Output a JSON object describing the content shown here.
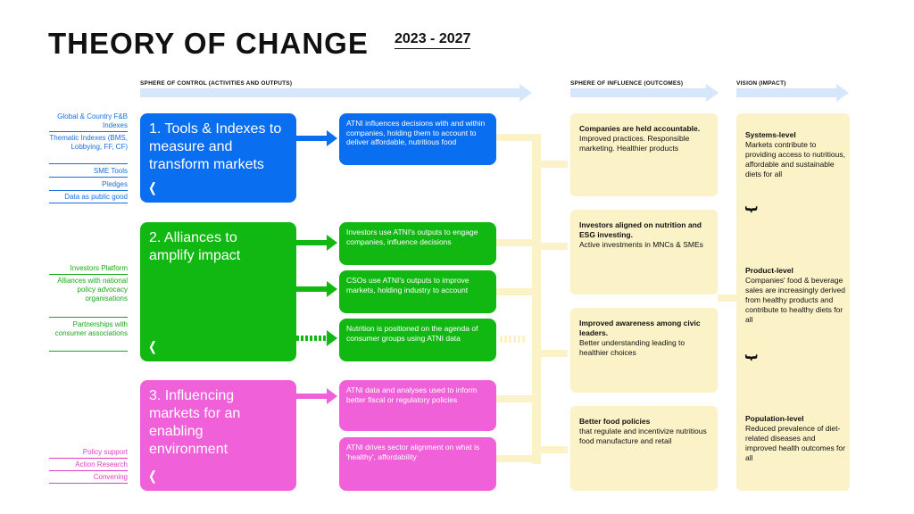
{
  "header": {
    "title": "THEORY OF CHANGE",
    "years": "2023 - 2027"
  },
  "spheres": {
    "control": "SPHERE OF CONTROL (ACTIVITIES AND OUTPUTS)",
    "influence": "SPHERE OF INFLUENCE (OUTCOMES)",
    "vision": "VISION (IMPACT)"
  },
  "left_labels": {
    "blue": [
      "Global & Country F&B Indexes",
      "Thematic Indexes (BMS, Lobbying, FF, CF)",
      "SME Tools",
      "Pledges",
      "Data as public good"
    ],
    "green": [
      "Investors Platform",
      "Alliances with national policy advocacy organisations",
      "Partnerships with consumer associations"
    ],
    "pink": [
      "Policy support",
      "Action Research",
      "Convening"
    ]
  },
  "pillars": [
    {
      "title": "1. Tools & Indexes to measure and transform markets",
      "color": "#0a6ef0"
    },
    {
      "title": "2. Alliances to amplify impact",
      "color": "#11b811"
    },
    {
      "title": "3. Influencing markets for an enabling environment",
      "color": "#f060d8"
    }
  ],
  "quote_mark": "❬",
  "outputs": [
    "ATNI influences decisions with and within companies, holding them to account to deliver affordable, nutritious food",
    "Investors use ATNI's outputs to engage companies, influence decisions",
    "CSOs use ATNI's outputs to improve markets, holding industry to account",
    "Nutrition is positioned on the agenda of consumer groups using ATNI data",
    "ATNI data and analyses used to inform better fiscal or regulatory policies",
    "ATNI drives sector alignment on what is 'healthy', affordability"
  ],
  "outcomes": [
    {
      "head": "Companies are held accountable.",
      "body": "Improved practices. Responsible marketing. Healthier products"
    },
    {
      "head": "Investors aligned on nutrition and ESG investing.",
      "body": "Active investments in MNCs & SMEs"
    },
    {
      "head": "Improved awareness among civic leaders.",
      "body": "Better understanding leading to healthier choices"
    },
    {
      "head": "Better food policies",
      "body": "that regulate and incentivize nutritious food manufacture and retail"
    }
  ],
  "vision": [
    {
      "head": "Systems-level",
      "body": "Markets contribute to providing access to nutritious, affordable and sustainable diets for all"
    },
    {
      "head": "Product-level",
      "body": "Companies' food & beverage sales are increasingly derived from healthy products and contribute to healthy diets for all"
    },
    {
      "head": "Population-level",
      "body": "Reduced prevalence of diet-related diseases and improved health outcomes for all"
    }
  ],
  "vision_chevron": "❵",
  "colors": {
    "blue": "#0a6ef0",
    "green": "#11b811",
    "pink": "#f060d8",
    "yellow": "#fbf2c8",
    "arrow": "#d6e6fb"
  }
}
